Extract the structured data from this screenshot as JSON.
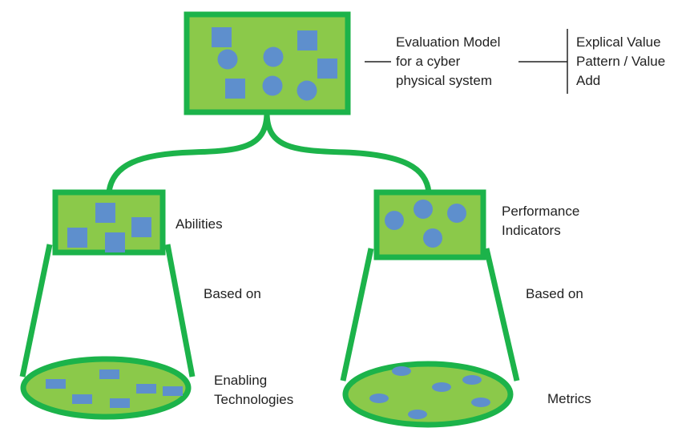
{
  "colors": {
    "stroke": "#1cb34a",
    "fill": "#8bc94a",
    "shape": "#5e8fcd",
    "text": "#222222",
    "line": "#222222"
  },
  "main_model": {
    "label_lines": [
      "Evaluation Model",
      "for a cyber",
      "physical system"
    ],
    "attributes": [
      "Explical Value",
      "Pattern / Value",
      "Add"
    ]
  },
  "left_branch": {
    "box_label": "Abilities",
    "link_label": "Based on",
    "base_label_lines": [
      "Enabling",
      "Technologies"
    ]
  },
  "right_branch": {
    "box_label_lines": [
      "Performance",
      "Indicators"
    ],
    "link_label": "Based on",
    "base_label": "Metrics"
  }
}
